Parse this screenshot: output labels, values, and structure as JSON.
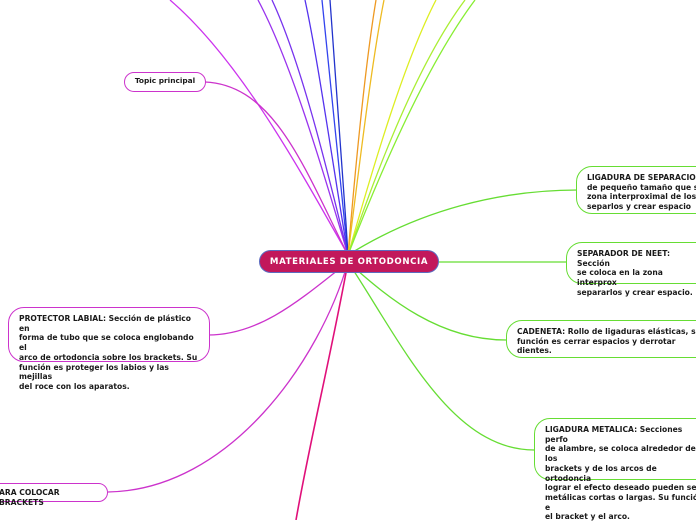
{
  "central": {
    "label": "MATERIALES DE ORTODONCIA",
    "color": "#c2185b",
    "border": "#5c6bc0"
  },
  "nodes": [
    {
      "id": "topic",
      "text": "Topic principal",
      "border": "#cc33cc"
    },
    {
      "id": "protector",
      "text": "PROTECTOR LABIAL: Sección de plástico en\nforma de tubo que se coloca englobando el\narco de ortodoncia sobre los brackets. Su\nfunción es proteger los labios y las mejillas\ndel roce con los aparatos.",
      "border": "#cc33cc"
    },
    {
      "id": "brackets",
      "text": "ARA COLOCAR BRACKETS",
      "border": "#cc33cc"
    },
    {
      "id": "ligadura-sep",
      "text": "LIGADURA DE SEPARACIO\nde pequeño tamaño que s\nzona interproximal de los\nseparlos y crear espacio",
      "border": "#66dd33"
    },
    {
      "id": "separador",
      "text": "SEPARADOR DE NEET: Sección\nse coloca en la zona interprox\nsepararlos y crear espacio.",
      "border": "#66dd33"
    },
    {
      "id": "cadeneta",
      "text": "CADENETA: Rollo de ligaduras elásticas, su\nfunción es cerrar espacios y derrotar\ndientes.",
      "border": "#66dd33"
    },
    {
      "id": "ligadura-met",
      "text": "LIGADURA METALICA: Secciones perfo\nde alambre, se coloca alrededor de los\nbrackets y de los arcos de ortodoncia\nlograr el efecto deseado pueden ser\nmetálicas cortas o largas. Su función e\nel bracket y el arco.",
      "border": "#66dd33"
    }
  ]
}
